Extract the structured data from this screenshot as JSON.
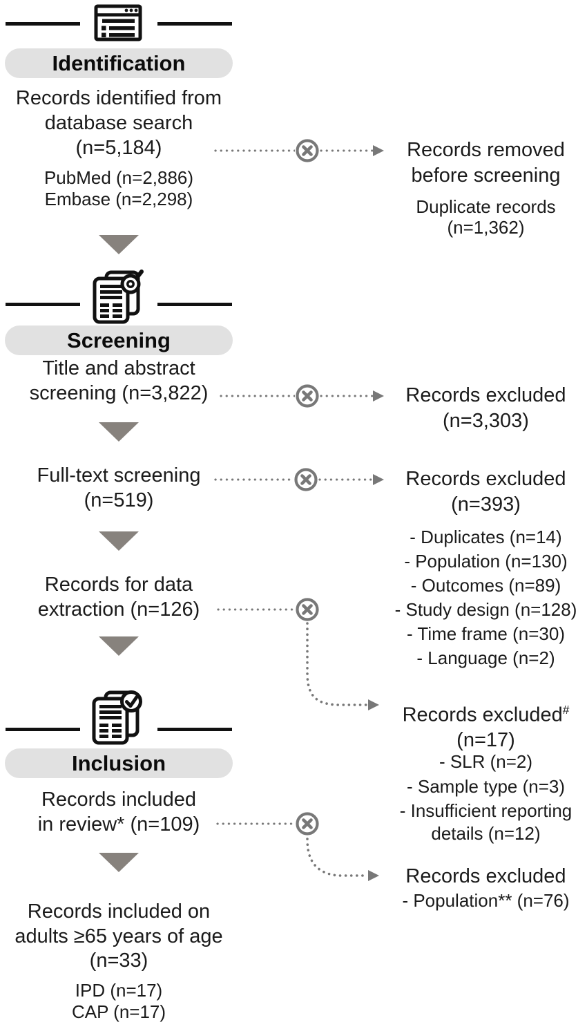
{
  "colors": {
    "text": "#1b1b1b",
    "icon_black": "#111111",
    "pill_background": "#e1e1e1",
    "down_arrow_gray": "#87827d",
    "connector_gray": "#787878"
  },
  "icons": {
    "identification": "document-list-icon",
    "screening": "document-search-icon",
    "inclusion": "document-check-icon",
    "exclusion": "circle-x-icon"
  },
  "identification": {
    "header": "Identification",
    "node": {
      "lines": [
        "Records identified from",
        "database search",
        "(n=5,184)"
      ],
      "sub_lines": [
        "PubMed (n=2,886)",
        "Embase (n=2,298)"
      ]
    },
    "removed": {
      "lines": [
        "Records removed",
        "before screening"
      ],
      "sub_lines": [
        "Duplicate records",
        "(n=1,362)"
      ]
    }
  },
  "screening": {
    "header": "Screening",
    "title_abstract": {
      "lines": [
        "Title and abstract",
        "screening (n=3,822)"
      ]
    },
    "title_abstract_excluded": {
      "lines": [
        "Records excluded",
        "(n=3,303)"
      ]
    },
    "full_text": {
      "lines": [
        "Full-text screening",
        "(n=519)"
      ]
    },
    "full_text_excluded": {
      "lines": [
        "Records excluded",
        "(n=393)"
      ],
      "reasons": [
        "- Duplicates (n=14)",
        "- Population (n=130)",
        "- Outcomes (n=89)",
        "- Study design (n=128)",
        "- Time frame (n=30)",
        "- Language (n=2)"
      ]
    },
    "data_extraction": {
      "lines": [
        "Records for data",
        "extraction (n=126)"
      ]
    },
    "data_extraction_excluded": {
      "title": "Records excluded",
      "title_sup": "#",
      "count": "(n=17)",
      "reasons": [
        "- SLR (n=2)",
        "- Sample type (n=3)",
        "- Insufficient reporting",
        "details (n=12)"
      ]
    }
  },
  "inclusion": {
    "header": "Inclusion",
    "review": {
      "lines": [
        "Records included",
        "in review* (n=109)"
      ]
    },
    "review_excluded": {
      "title": "Records excluded",
      "reason": "- Population** (n=76)"
    },
    "final": {
      "lines": [
        "Records included on",
        "adults ≥65 years of age",
        "(n=33)"
      ],
      "sub_lines": [
        "IPD (n=17)",
        "CAP (n=17)"
      ]
    }
  }
}
